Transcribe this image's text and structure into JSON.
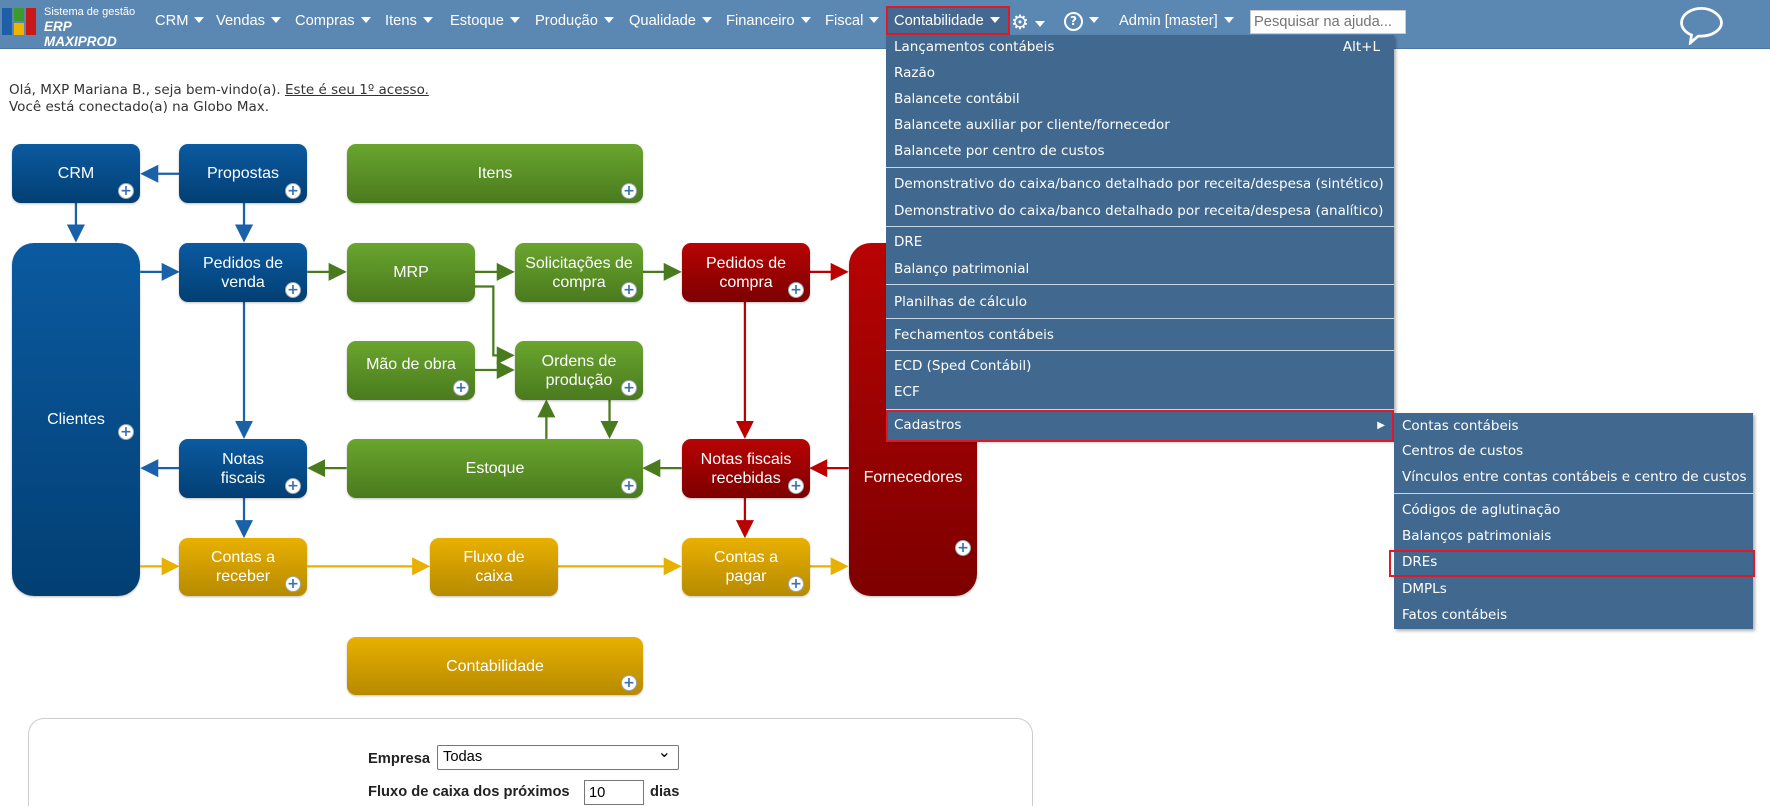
{
  "logo": {
    "line1": "Sistema de gestão",
    "line2": "ERP MAXIPROD"
  },
  "nav": {
    "items": [
      "CRM",
      "Vendas",
      "Compras",
      "Itens",
      "Estoque",
      "Produção",
      "Qualidade",
      "Financeiro",
      "Fiscal",
      "Contabilidade"
    ],
    "user": "Admin [master]",
    "search_placeholder": "Pesquisar na ajuda..."
  },
  "welcome": {
    "greeting": "Olá, MXP Mariana B., seja bem-vindo(a).",
    "first_access": "Este é seu 1º acesso.",
    "connected": "Você está conectado(a) na Globo Max."
  },
  "diagram": {
    "crm": "CRM",
    "propostas": "Propostas",
    "itens": "Itens",
    "clientes": "Clientes",
    "pedidos_venda": "Pedidos de venda",
    "mrp": "MRP",
    "solicitacoes": "Solicitações de compra",
    "pedidos_compra": "Pedidos de compra",
    "fornecedores": "Fornecedores",
    "mao_obra": "Mão de obra",
    "ordens": "Ordens de produção",
    "notas_fiscais": "Notas fiscais",
    "estoque": "Estoque",
    "nf_recebidas": "Notas fiscais recebidas",
    "contas_receber": "Contas a receber",
    "fluxo_caixa": "Fluxo de caixa",
    "contas_pagar": "Contas a pagar",
    "contabilidade": "Contabilidade",
    "plus": "+"
  },
  "form": {
    "empresa_label": "Empresa",
    "empresa_value": "Todas",
    "fluxo_label": "Fluxo de caixa dos próximos",
    "fluxo_value": "10",
    "dias": "dias"
  },
  "menu": {
    "items": [
      "Lançamentos contábeis",
      "Razão",
      "Balancete contábil",
      "Balancete auxiliar por cliente/fornecedor",
      "Balancete por centro de custos",
      "Demonstrativo do caixa/banco detalhado por receita/despesa (sintético)",
      "Demonstrativo do caixa/banco detalhado por receita/despesa (analítico)",
      "DRE",
      "Balanço patrimonial",
      "Planilhas de cálculo",
      "Fechamentos contábeis",
      "ECD (Sped Contábil)",
      "ECF",
      "Cadastros"
    ],
    "shortcut": "Alt+L"
  },
  "submenu": {
    "items": [
      "Contas contábeis",
      "Centros de custos",
      "Vínculos entre contas contábeis e centro de custos",
      "Códigos de aglutinação",
      "Balanços patrimoniais",
      "DREs",
      "DMPLs",
      "Fatos contábeis"
    ]
  },
  "colors": {
    "nav": "#5b87b3",
    "menu": "#41698f",
    "highlight": "#e0192a"
  }
}
